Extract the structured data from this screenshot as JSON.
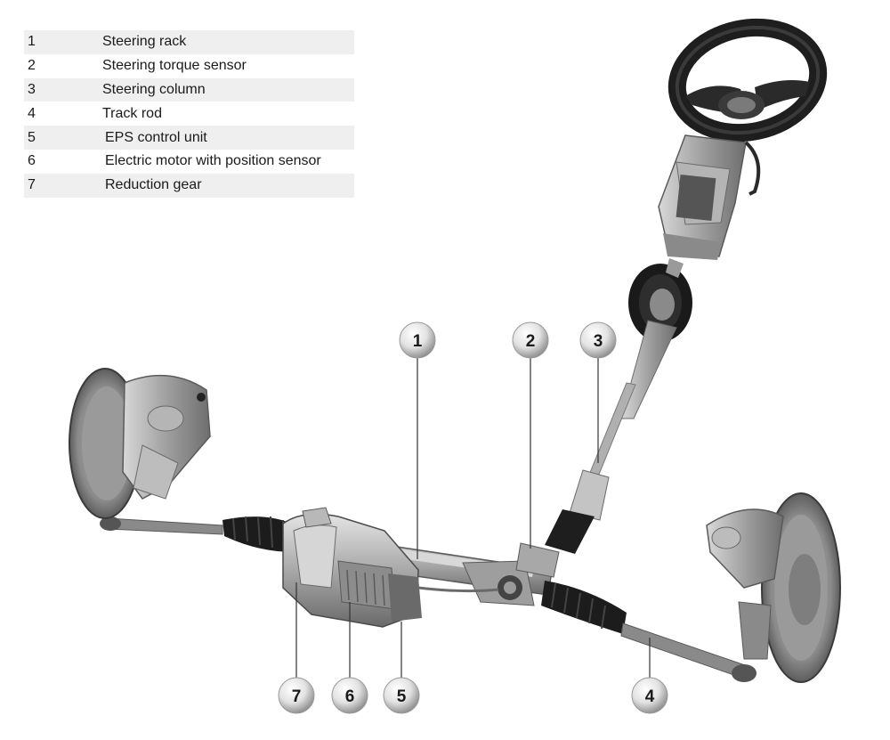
{
  "legend": [
    {
      "num": "1",
      "label": "Steering rack"
    },
    {
      "num": "2",
      "label": "Steering torque sensor"
    },
    {
      "num": "3",
      "label": "Steering column"
    },
    {
      "num": "4",
      "label": "Track rod"
    },
    {
      "num": "5",
      "label": "EPS control unit"
    },
    {
      "num": "6",
      "label": "Electric motor with position sensor"
    },
    {
      "num": "7",
      "label": "Reduction gear"
    }
  ],
  "callouts": [
    "1",
    "2",
    "3",
    "4",
    "5",
    "6",
    "7"
  ],
  "colors": {
    "metal_light": "#c8c8c8",
    "metal_mid": "#9a9a9a",
    "metal_dark": "#5a5a5a",
    "rubber": "#1e1e1e",
    "legend_stripe": "#efefef"
  }
}
